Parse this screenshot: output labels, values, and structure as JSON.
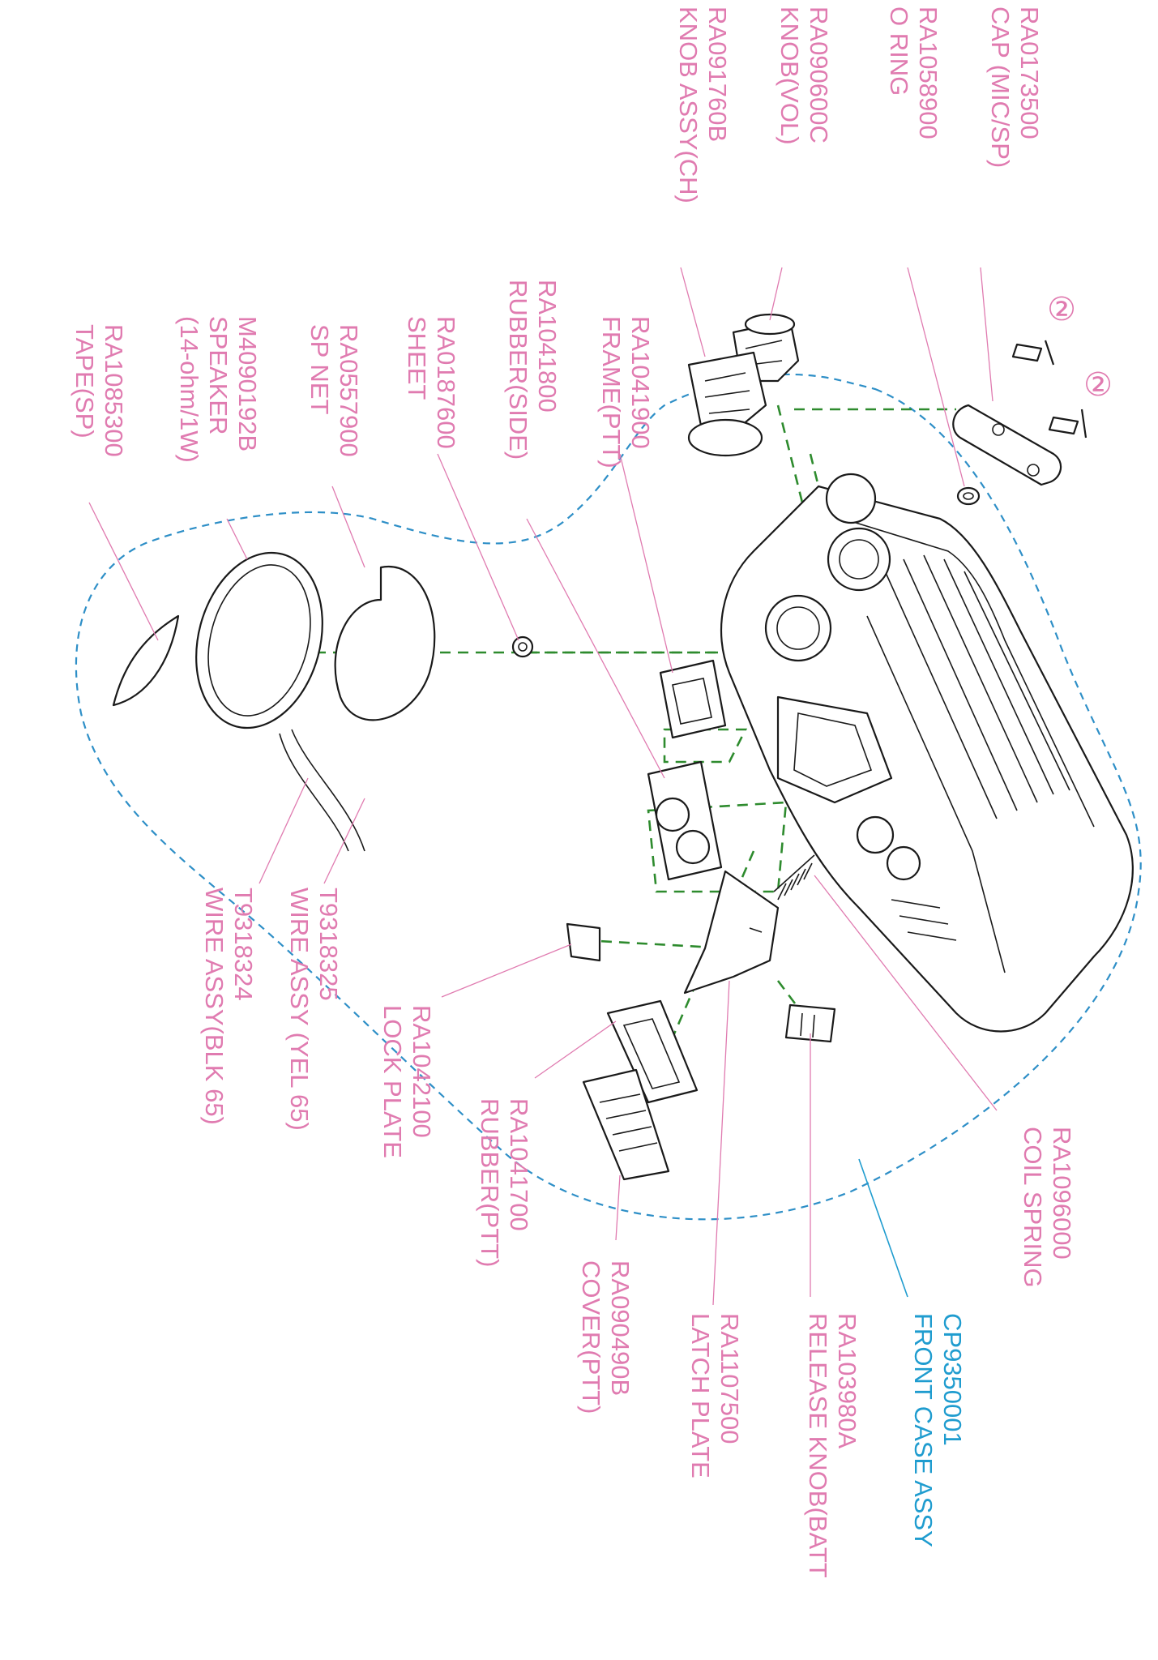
{
  "colors": {
    "label_pink": "#e07bb0",
    "label_teal": "#1f9ccf",
    "leader_pink": "#e07bb0",
    "assembly_dash": "#2e8fc7",
    "axis_dash": "#2e8b2e",
    "ink": "#1a1a1a"
  },
  "callouts": [
    {
      "id": "screw-qty-1",
      "text": "②"
    },
    {
      "id": "screw-qty-2",
      "text": "②"
    }
  ],
  "labels": [
    {
      "id": "cap",
      "lines": [
        "RA0173500",
        "CAP (MIC/SP)"
      ]
    },
    {
      "id": "o-ring",
      "lines": [
        "RA1058900",
        "O RING"
      ]
    },
    {
      "id": "knob-vol",
      "lines": [
        "RA090600C",
        "KNOB(VOL)"
      ]
    },
    {
      "id": "knob-ch",
      "lines": [
        "RA091760B",
        "KNOB ASSY(CH)"
      ]
    },
    {
      "id": "frame-ptt",
      "lines": [
        "RA1041900",
        "FRAME(PTT)"
      ]
    },
    {
      "id": "rubber-side",
      "lines": [
        "RA1041800",
        "RUBBER(SIDE)"
      ]
    },
    {
      "id": "sheet",
      "lines": [
        "RA0187600",
        "SHEET"
      ]
    },
    {
      "id": "sp-net",
      "lines": [
        "RA0557900",
        "SP NET"
      ]
    },
    {
      "id": "speaker",
      "lines": [
        "M4090192B",
        "SPEAKER",
        "(14-ohm/1W)"
      ]
    },
    {
      "id": "tape-sp",
      "lines": [
        "RA1085300",
        "TAPE(SP)"
      ]
    },
    {
      "id": "coil-spring",
      "lines": [
        "RA1096000",
        "COIL SPRING"
      ]
    },
    {
      "id": "front-case",
      "lines": [
        "CP9350001",
        "FRONT CASE ASSY"
      ]
    },
    {
      "id": "release-knob",
      "lines": [
        "RA103980A",
        "RELEASE KNOB(BATT"
      ]
    },
    {
      "id": "latch-plate",
      "lines": [
        "RA1107500",
        "LATCH PLATE"
      ]
    },
    {
      "id": "cover-ptt",
      "lines": [
        "RA090490B",
        "COVER(PTT)"
      ]
    },
    {
      "id": "rubber-ptt",
      "lines": [
        "RA1041700",
        "RUBBER(PTT)"
      ]
    },
    {
      "id": "lock-plate",
      "lines": [
        "RA1042100",
        "LOCK PLATE"
      ]
    },
    {
      "id": "wire-yel",
      "lines": [
        "T9318325",
        "WIRE ASSY (YEL 65)"
      ]
    },
    {
      "id": "wire-blk",
      "lines": [
        "T9318324",
        "WIRE ASSY(BLK 65)"
      ]
    }
  ]
}
